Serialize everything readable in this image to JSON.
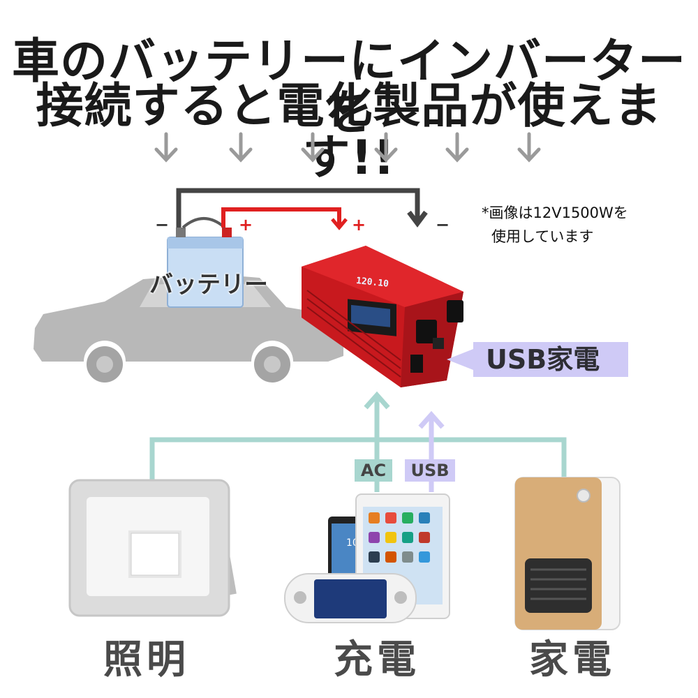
{
  "headline": {
    "line1": "車のバッテリーにインバーターを",
    "line2": "接続すると電化製品が使えます!!"
  },
  "note": {
    "line1": "*画像は12V1500Wを",
    "line2": "使用しています"
  },
  "battery_label": "バッテリー",
  "terminals": {
    "battery_minus": "−",
    "battery_plus": "+",
    "inverter_plus": "+",
    "inverter_minus": "−"
  },
  "inverter": {
    "display_value": "120.10"
  },
  "usb_banner": "USB家電",
  "tags": {
    "ac": "AC",
    "usb": "USB"
  },
  "captions": {
    "lighting": "照明",
    "charging": "充電",
    "appliance": "家電"
  },
  "colors": {
    "wire_negative": "#444444",
    "wire_positive": "#e02020",
    "ac_line": "#a8d6cf",
    "usb_line": "#cfcaf6",
    "inverter_red": "#c8191e",
    "arrow_gray": "#9a9a9a"
  }
}
